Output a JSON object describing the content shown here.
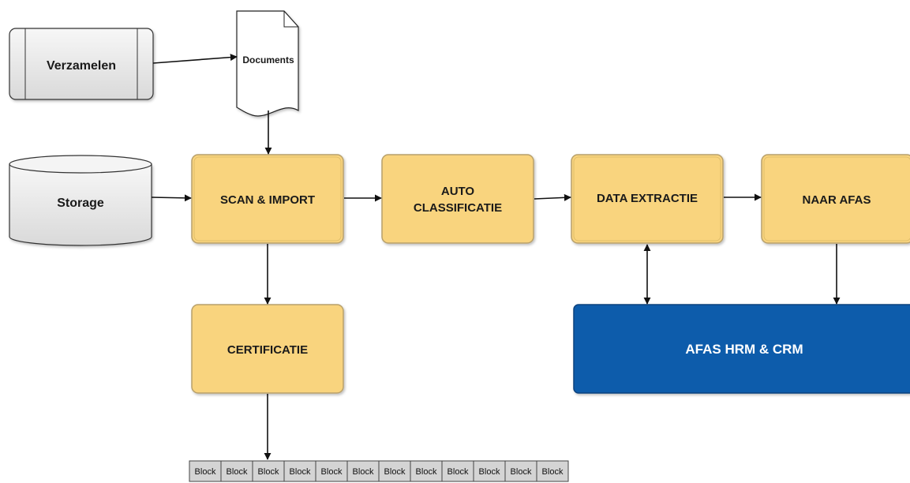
{
  "nodes": {
    "verzamelen": {
      "label": "Verzamelen"
    },
    "documents": {
      "label": "Documents"
    },
    "storage": {
      "label": "Storage"
    },
    "scan_import": {
      "label": "SCAN & IMPORT"
    },
    "auto_classificatie": {
      "label_line1": "AUTO",
      "label_line2": "CLASSIFICATIE"
    },
    "data_extractie": {
      "label": "DATA EXTRACTIE"
    },
    "naar_afas": {
      "label": "NAAR AFAS"
    },
    "certificatie": {
      "label": "CERTIFICATIE"
    },
    "afas_hrm_crm": {
      "label": "AFAS HRM & CRM"
    }
  },
  "blocks": [
    "Block",
    "Block",
    "Block",
    "Block",
    "Block",
    "Block",
    "Block",
    "Block",
    "Block",
    "Block",
    "Block",
    "Block"
  ],
  "colors": {
    "process_fill": "#f9d47e",
    "process_border": "#b8a06a",
    "afas_fill": "#0b5cab",
    "gray_fill": "#e6e6e6",
    "block_fill": "#d4d4d4",
    "arrow": "#111111"
  }
}
